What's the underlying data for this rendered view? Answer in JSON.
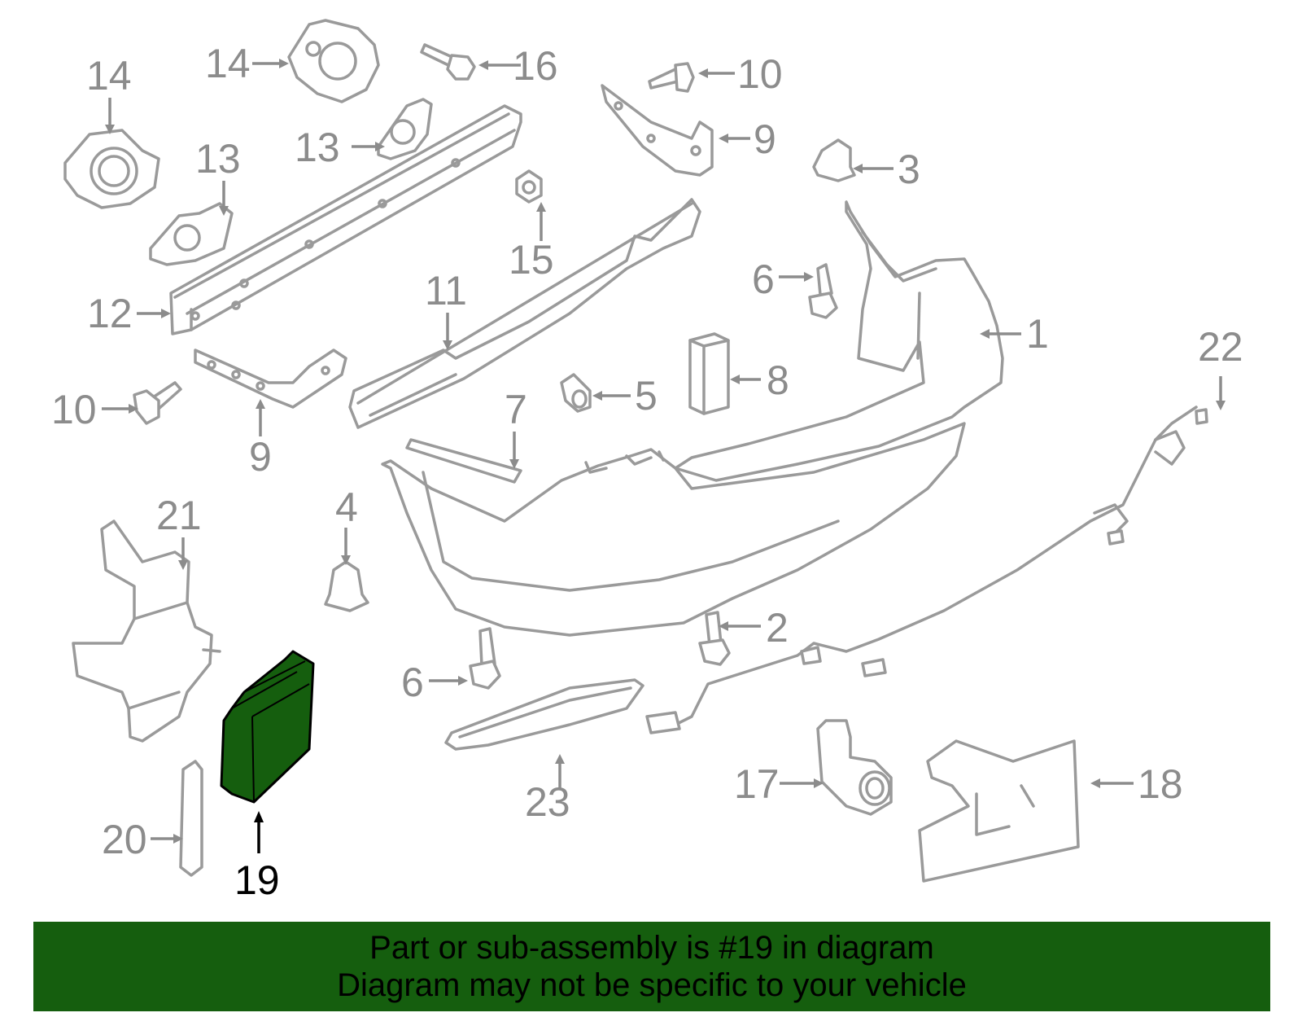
{
  "diagram": {
    "highlight_color": "#155e0e",
    "line_color": "#9a9a9a",
    "callouts": [
      {
        "id": "c1",
        "label": "1"
      },
      {
        "id": "c2",
        "label": "2"
      },
      {
        "id": "c3",
        "label": "3"
      },
      {
        "id": "c4",
        "label": "4"
      },
      {
        "id": "c5",
        "label": "5"
      },
      {
        "id": "c6a",
        "label": "6"
      },
      {
        "id": "c6b",
        "label": "6"
      },
      {
        "id": "c7",
        "label": "7"
      },
      {
        "id": "c8",
        "label": "8"
      },
      {
        "id": "c9a",
        "label": "9"
      },
      {
        "id": "c9b",
        "label": "9"
      },
      {
        "id": "c10a",
        "label": "10"
      },
      {
        "id": "c10b",
        "label": "10"
      },
      {
        "id": "c11",
        "label": "11"
      },
      {
        "id": "c12",
        "label": "12"
      },
      {
        "id": "c13a",
        "label": "13"
      },
      {
        "id": "c13b",
        "label": "13"
      },
      {
        "id": "c14a",
        "label": "14"
      },
      {
        "id": "c14b",
        "label": "14"
      },
      {
        "id": "c15",
        "label": "15"
      },
      {
        "id": "c16",
        "label": "16"
      },
      {
        "id": "c17",
        "label": "17"
      },
      {
        "id": "c18",
        "label": "18"
      },
      {
        "id": "c19",
        "label": "19",
        "highlighted": true
      },
      {
        "id": "c20",
        "label": "20"
      },
      {
        "id": "c21",
        "label": "21"
      },
      {
        "id": "c22",
        "label": "22"
      },
      {
        "id": "c23",
        "label": "23"
      }
    ]
  },
  "banner": {
    "line1": "Part or sub-assembly is #19 in diagram",
    "line2": "Diagram may not be specific to your vehicle",
    "color": "#155e0e"
  }
}
